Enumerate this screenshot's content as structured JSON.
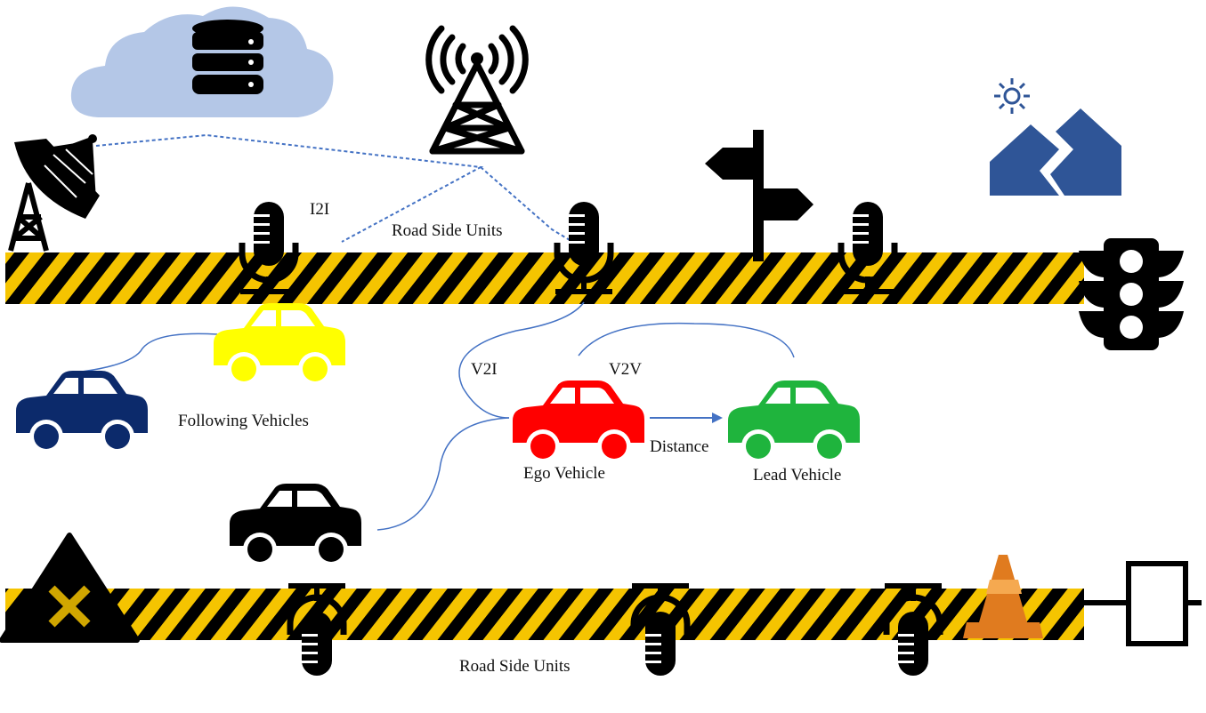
{
  "labels": {
    "i2i": "I2I",
    "rsu_top": "Road Side Units",
    "rsu_bottom": "Road Side Units",
    "v2i": "V2I",
    "v2v": "V2V",
    "following": "Following  Vehicles",
    "distance": "Distance",
    "ego": "Ego  Vehicle",
    "lead": "Lead  Vehicle"
  },
  "colors": {
    "road_yellow": "#f5c400",
    "road_black": "#000000",
    "cloud": "#b4c7e7",
    "link_blue": "#4472c4",
    "mountain": "#2f5597",
    "cone_orange": "#e07b1f",
    "car_yellow": "#ffff00",
    "car_navy": "#0c2a6b",
    "car_red": "#ff0000",
    "car_green": "#1fb43d",
    "car_black": "#000000"
  },
  "icons": [
    "cloud-database-icon",
    "cell-tower-icon",
    "satellite-dish-icon",
    "signpost-icon",
    "mountain-sun-icon",
    "traffic-light-icon",
    "rsu-icon",
    "crossing-sign-icon",
    "traffic-cone-icon",
    "barrier-gate-icon",
    "car-icon"
  ]
}
